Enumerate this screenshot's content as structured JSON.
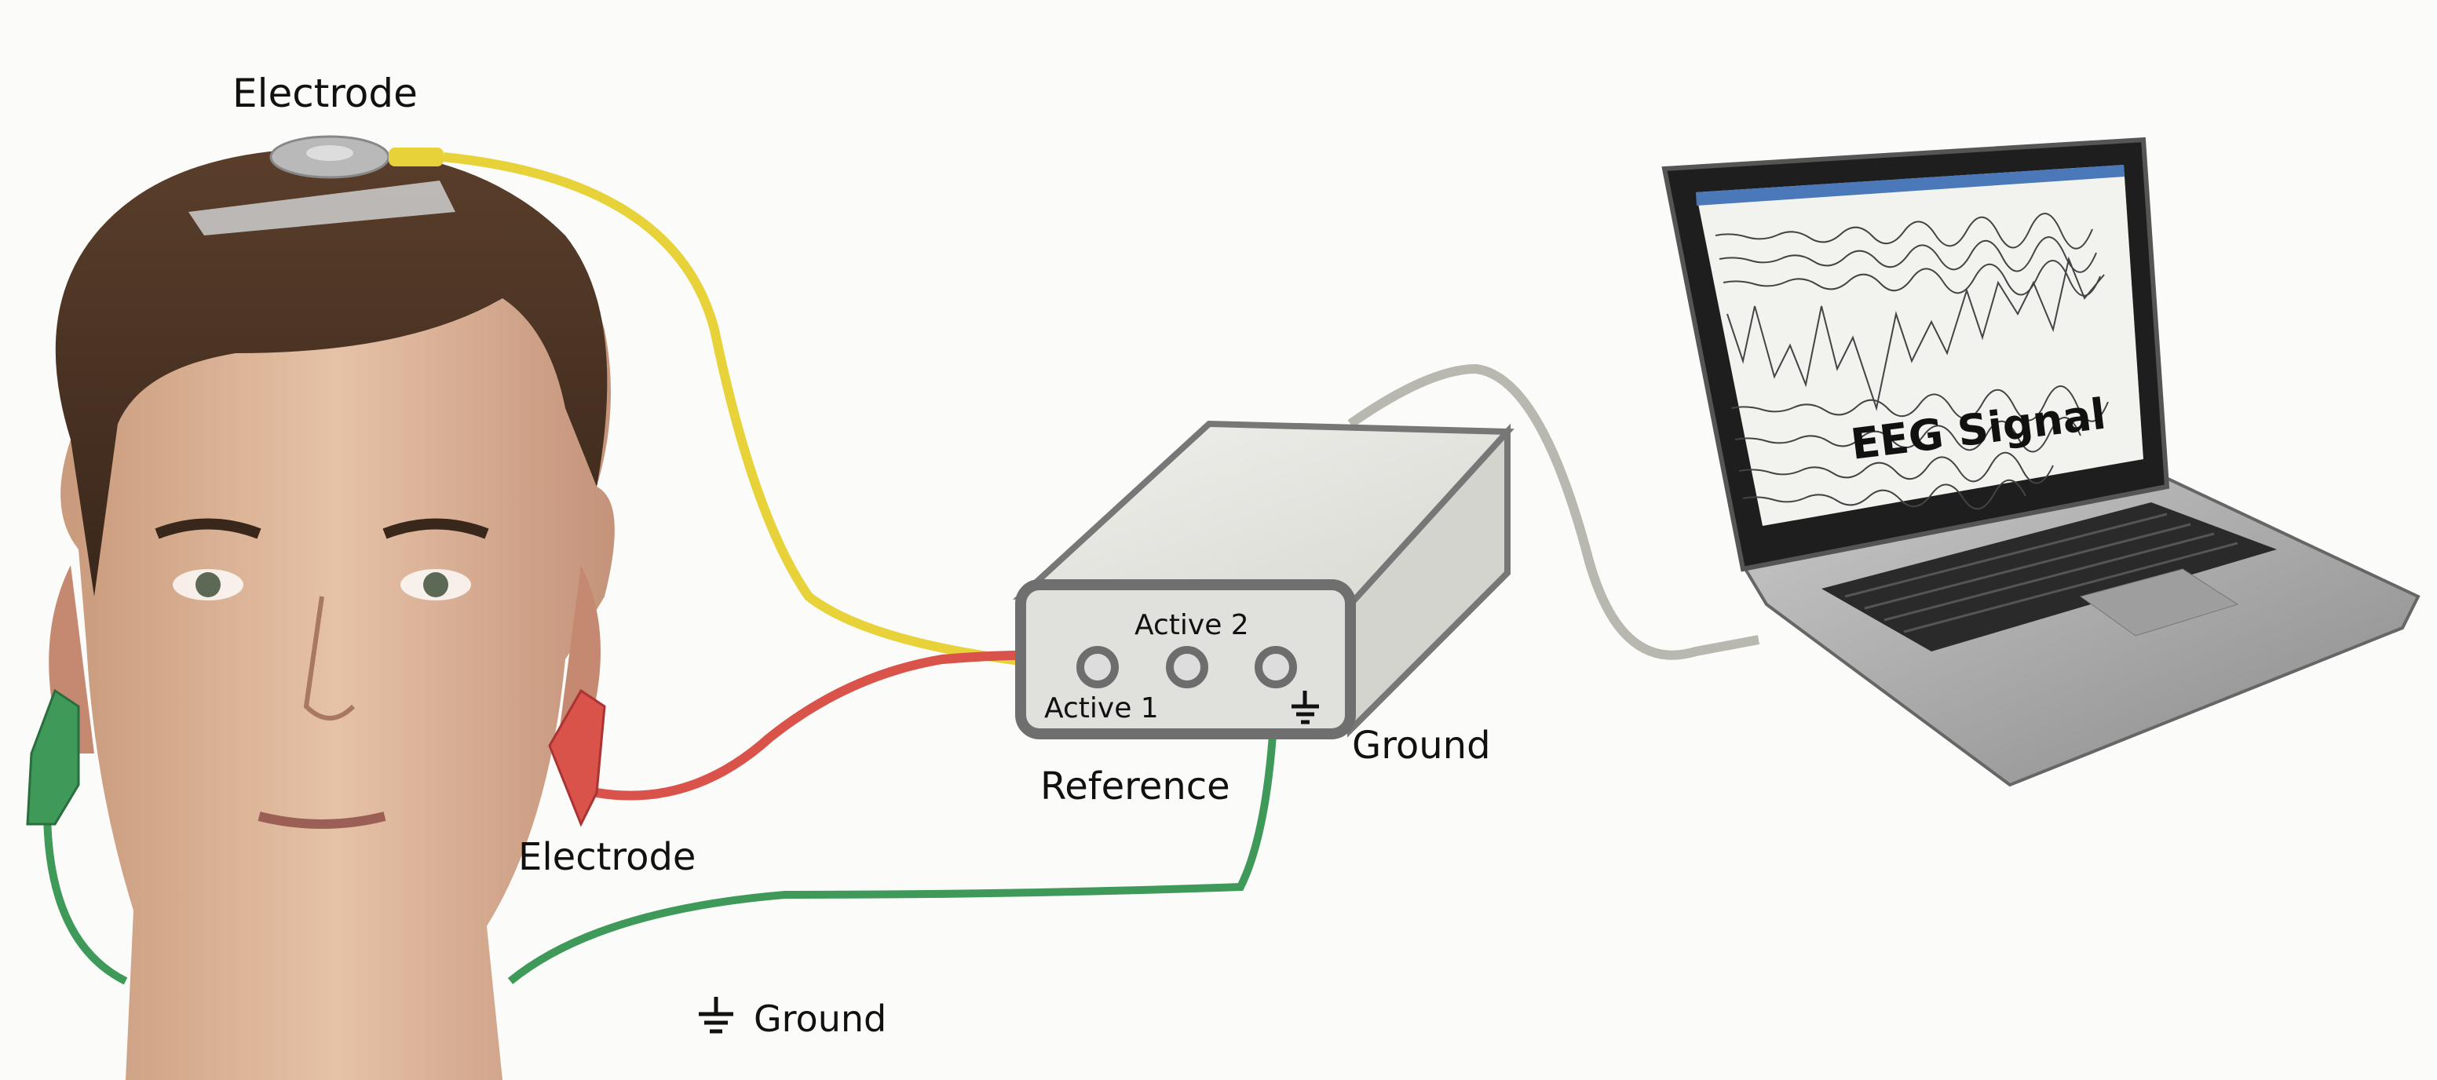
{
  "labels": {
    "scalp_electrode": "Electrode",
    "ear_electrode": "Electrode",
    "active1": "Active 1",
    "active2": "Active 2",
    "reference": "Reference",
    "ground_box": "Ground",
    "ground_bottom": "Ground",
    "screen_caption": "EEG Signal"
  },
  "colors": {
    "active1_wire": "#e8d23a",
    "active2_wire": "#d9534a",
    "ground_wire": "#3f9a5a",
    "usb_cable": "#b8b8b0",
    "amplifier_body": "#e4e4df",
    "laptop_body": "#9a9a9a",
    "background": "#fbfbf9"
  },
  "icons": [
    "ground-symbol-icon"
  ]
}
